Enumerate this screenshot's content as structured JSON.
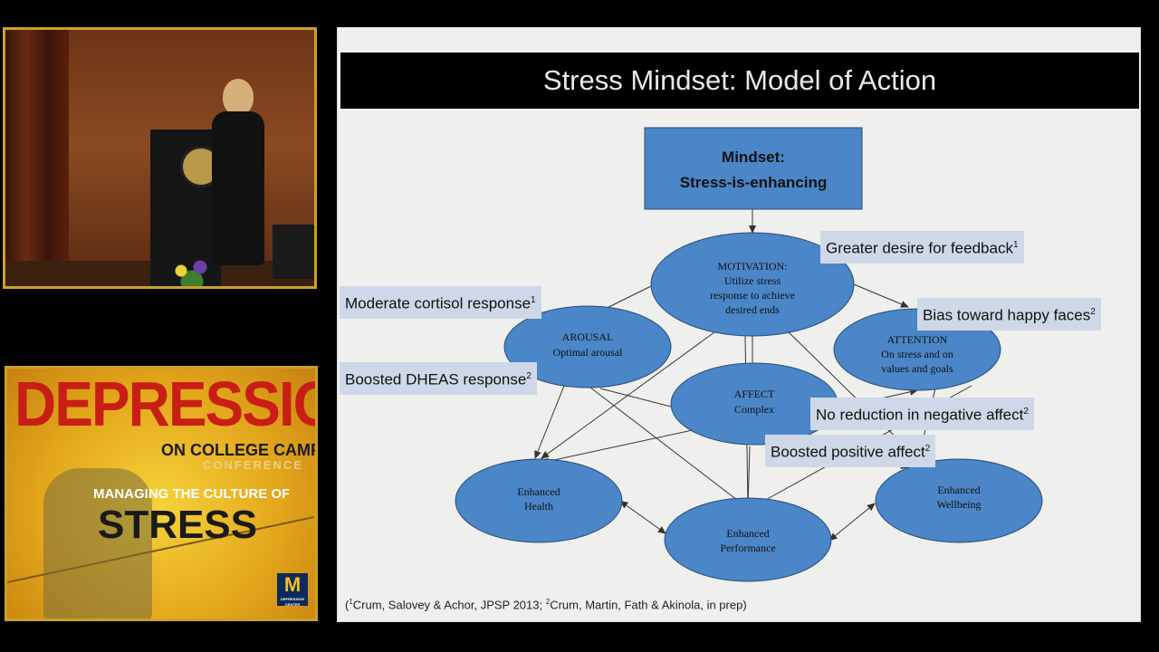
{
  "slide": {
    "title": "Stress Mindset: Model of Action",
    "mindset_box": {
      "line1": "Mindset:",
      "line2": "Stress-is-enhancing"
    },
    "nodes": {
      "motivation": {
        "title": "MOTIVATION:",
        "lines": [
          "Utilize stress",
          "response to achieve",
          "desired ends"
        ]
      },
      "arousal": {
        "title": "AROUSAL",
        "lines": [
          "Optimal arousal"
        ]
      },
      "attention": {
        "title": "ATTENTION",
        "lines": [
          "On stress and on",
          "values and goals"
        ]
      },
      "affect": {
        "title": "AFFECT",
        "lines": [
          "Complex"
        ]
      },
      "health": {
        "lines": [
          "Enhanced",
          "Health"
        ]
      },
      "performance": {
        "lines": [
          "Enhanced",
          "Performance"
        ]
      },
      "wellbeing": {
        "lines": [
          "Enhanced",
          "Wellbeing"
        ]
      }
    },
    "labels": {
      "feedback": {
        "text": "Greater desire for feedback",
        "sup": "1"
      },
      "cortisol": {
        "text": "Moderate cortisol response",
        "sup": "1"
      },
      "happy_faces": {
        "text": "Bias toward happy faces",
        "sup": "2"
      },
      "dheas": {
        "text": "Boosted DHEAS response",
        "sup": "2"
      },
      "negative": {
        "text": "No reduction in negative affect",
        "sup": "2"
      },
      "positive": {
        "text": "Boosted positive affect",
        "sup": "2"
      }
    },
    "citation": {
      "open": "(",
      "sup1": "1",
      "part1": "Crum, Salovey & Achor, JPSP 2013; ",
      "sup2": "2",
      "part2": "Crum, Martin, Fath & Akinola, in prep)"
    }
  },
  "conference_logo": {
    "title": "DEPRESSION",
    "subtitle": "ON COLLEGE CAMPUSES",
    "event": "CONFERENCE",
    "theme_line": "MANAGING THE CULTURE OF",
    "theme_word": "STRESS",
    "badge_letter": "M",
    "badge_text": "DEPRESSION CENTER"
  },
  "colors": {
    "frame_border": "#c9a227",
    "node_fill": "#4a86c8",
    "label_bg": "#cfd8e8",
    "logo_red": "#c81e14"
  }
}
